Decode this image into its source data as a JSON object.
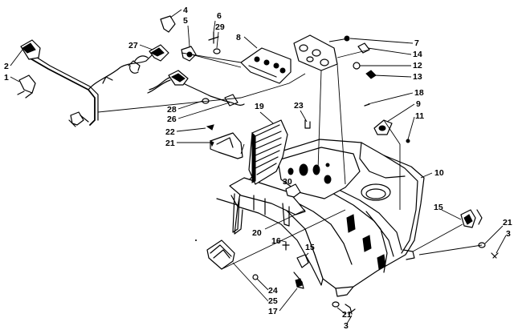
{
  "diagram": {
    "callouts": [
      "1",
      "2",
      "3",
      "4",
      "5",
      "6",
      "7",
      "8",
      "9",
      "10",
      "11",
      "12",
      "13",
      "14",
      "15",
      "16",
      "17",
      "18",
      "19",
      "20",
      "21",
      "22",
      "23",
      "24",
      "25",
      "26",
      "27",
      "28",
      "29",
      "30",
      "15",
      "21",
      "3",
      "21"
    ]
  }
}
